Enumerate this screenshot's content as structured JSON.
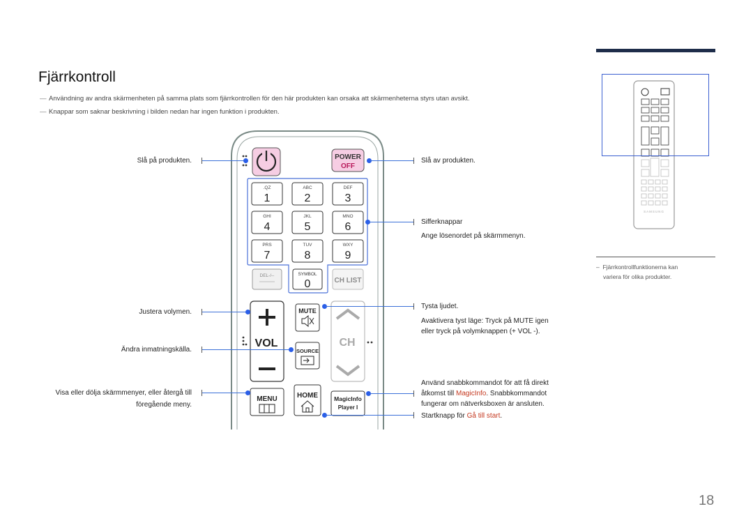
{
  "title": "Fjärrkontroll",
  "notes": [
    "Användning av andra skärmenheten på samma plats som fjärrkontrollen för den här produkten kan orsaka att skärmenheterna styrs utan avsikt.",
    "Knappar som saknar beskrivning i bilden nedan har ingen funktion i produkten."
  ],
  "note_dash": "―",
  "labels_left": {
    "power_on": "Slå på produkten.",
    "volume": "Justera volymen.",
    "source": "Ändra inmatningskälla.",
    "menu_line1": "Visa eller dölja skärmmenyer, eller återgå till",
    "menu_line2": "föregående meny."
  },
  "labels_right": {
    "power_off": "Slå av produkten.",
    "digits": "Sifferknappar",
    "digits_desc": "Ange lösenordet på skärmmenyn.",
    "mute": "Tysta ljudet.",
    "mute_desc1_pre": "Avaktivera tyst läge: Tryck på ",
    "mute_desc1_key": "MUTE",
    "mute_desc1_post": " igen",
    "mute_desc2": "eller tryck på volymknappen (+ VOL -).",
    "magicinfo1": "Använd snabbkommandot för att få direkt",
    "magicinfo2_pre": "åtkomst till ",
    "magicinfo2_hl": "MagicInfo",
    "magicinfo2_post": ". Snabbkommandot",
    "magicinfo3": "fungerar om nätverksboxen är ansluten.",
    "home_pre": "Startknapp för ",
    "home_hl": "Gå till start",
    "home_post": "."
  },
  "remote": {
    "power_off_line1": "POWER",
    "power_off_line2": "OFF",
    "keys": [
      {
        "letters": ".QZ",
        "digit": "1"
      },
      {
        "letters": "ABC",
        "digit": "2"
      },
      {
        "letters": "DEF",
        "digit": "3"
      },
      {
        "letters": "GHI",
        "digit": "4"
      },
      {
        "letters": "JKL",
        "digit": "5"
      },
      {
        "letters": "MNO",
        "digit": "6"
      },
      {
        "letters": "PRS",
        "digit": "7"
      },
      {
        "letters": "TUV",
        "digit": "8"
      },
      {
        "letters": "WXY",
        "digit": "9"
      }
    ],
    "del": "DEL-/--",
    "symbol": "SYMBOL",
    "zero": "0",
    "chlist": "CH LIST",
    "vol": "VOL",
    "ch": "CH",
    "mute": "MUTE",
    "source": "SOURCE",
    "menu": "MENU",
    "home": "HOME",
    "magicinfo1": "MagicInfo",
    "magicinfo2": "Player I"
  },
  "mini_remote_brand": "SAMSUNG",
  "mini_note_dash": "–",
  "mini_note_line1": "Fjärrkontrollfunktionerna kan",
  "mini_note_line2": "variera för olika produkter.",
  "page_number": "18",
  "colors": {
    "accent_line": "#2a5ee8",
    "highlight_text": "#c4381f",
    "power_pink": "#f6cde3",
    "top_bar": "#1e2d4a"
  }
}
